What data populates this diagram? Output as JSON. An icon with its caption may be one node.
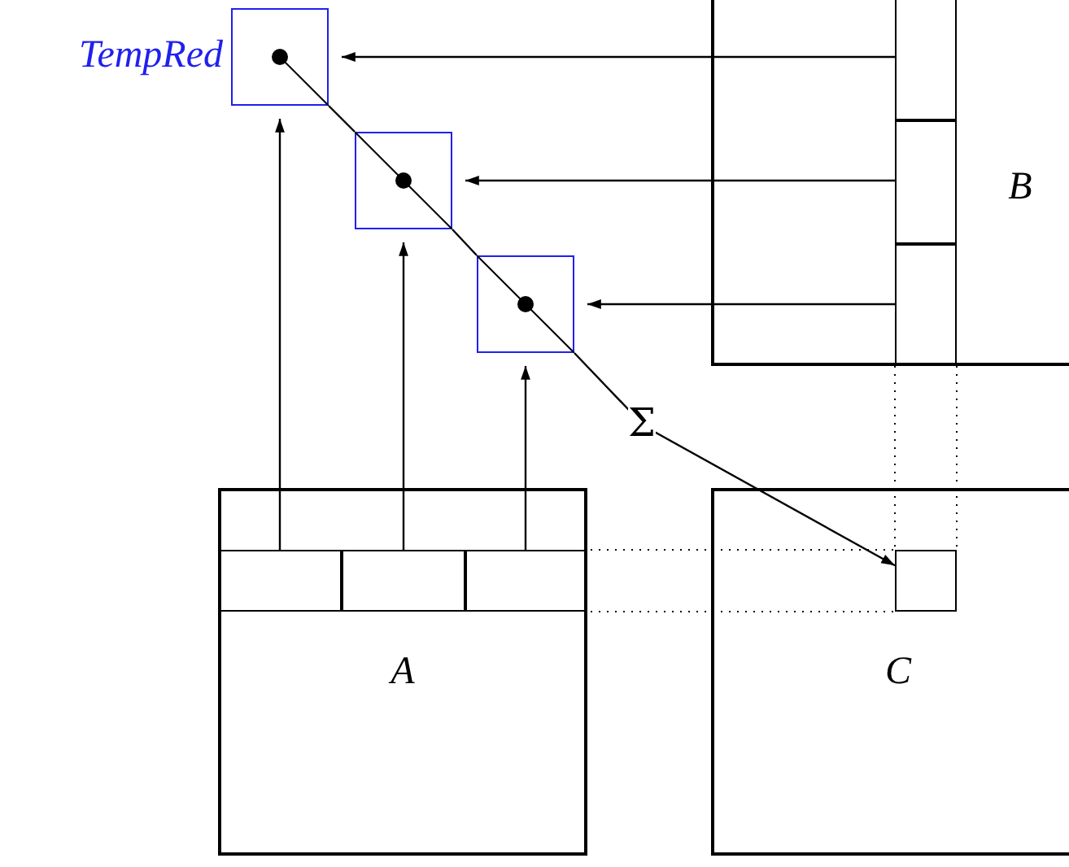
{
  "diagram": {
    "nodes": [
      {
        "text": [],
        "shape": "box",
        "beside": [
          "TempRed"
        ]
      },
      {
        "text": [
          "B"
        ]
      },
      {
        "text": [],
        "shape": "box",
        "in": 1
      },
      {
        "text": [],
        "shape": "box",
        "in": 1
      },
      {
        "text": [],
        "shape": "box",
        "in": 1
      },
      {
        "text": [],
        "shape": "box"
      },
      {
        "text": [],
        "shape": "box"
      },
      {
        "text": [
          "A"
        ]
      },
      {
        "text": [],
        "shape": "box",
        "in": 7
      },
      {
        "text": [],
        "shape": "box",
        "in": 7
      },
      {
        "text": [],
        "shape": "box",
        "in": 7
      },
      {
        "text": [
          "C"
        ]
      },
      {
        "text": [],
        "shape": "box",
        "in": 11
      }
    ],
    "edges": [
      {
        "from": 2,
        "to": 0,
        "arrow": "to"
      },
      {
        "from": 3,
        "to": 5,
        "arrow": "to"
      },
      {
        "from": 4,
        "to": 6,
        "arrow": "to"
      },
      {
        "from": 8,
        "to": 0,
        "arrow": "to"
      },
      {
        "from": 9,
        "to": 5,
        "arrow": "to"
      },
      {
        "from": 10,
        "to": 6,
        "arrow": "to"
      },
      {
        "from": 0,
        "to": 5,
        "arrow": "none"
      },
      {
        "from": 5,
        "to": 6,
        "arrow": "none"
      },
      {
        "from": 6,
        "to": 12,
        "arrow": "to",
        "label": "Σ"
      },
      {
        "from": 10,
        "to": 12,
        "arrow": "none",
        "style": "dashed"
      },
      {
        "from": 10,
        "to": 12,
        "arrow": "none",
        "style": "dashed"
      },
      {
        "from": 4,
        "to": 12,
        "arrow": "none",
        "style": "dashed"
      },
      {
        "from": 4,
        "to": 12,
        "arrow": "none",
        "style": "dashed"
      }
    ]
  }
}
